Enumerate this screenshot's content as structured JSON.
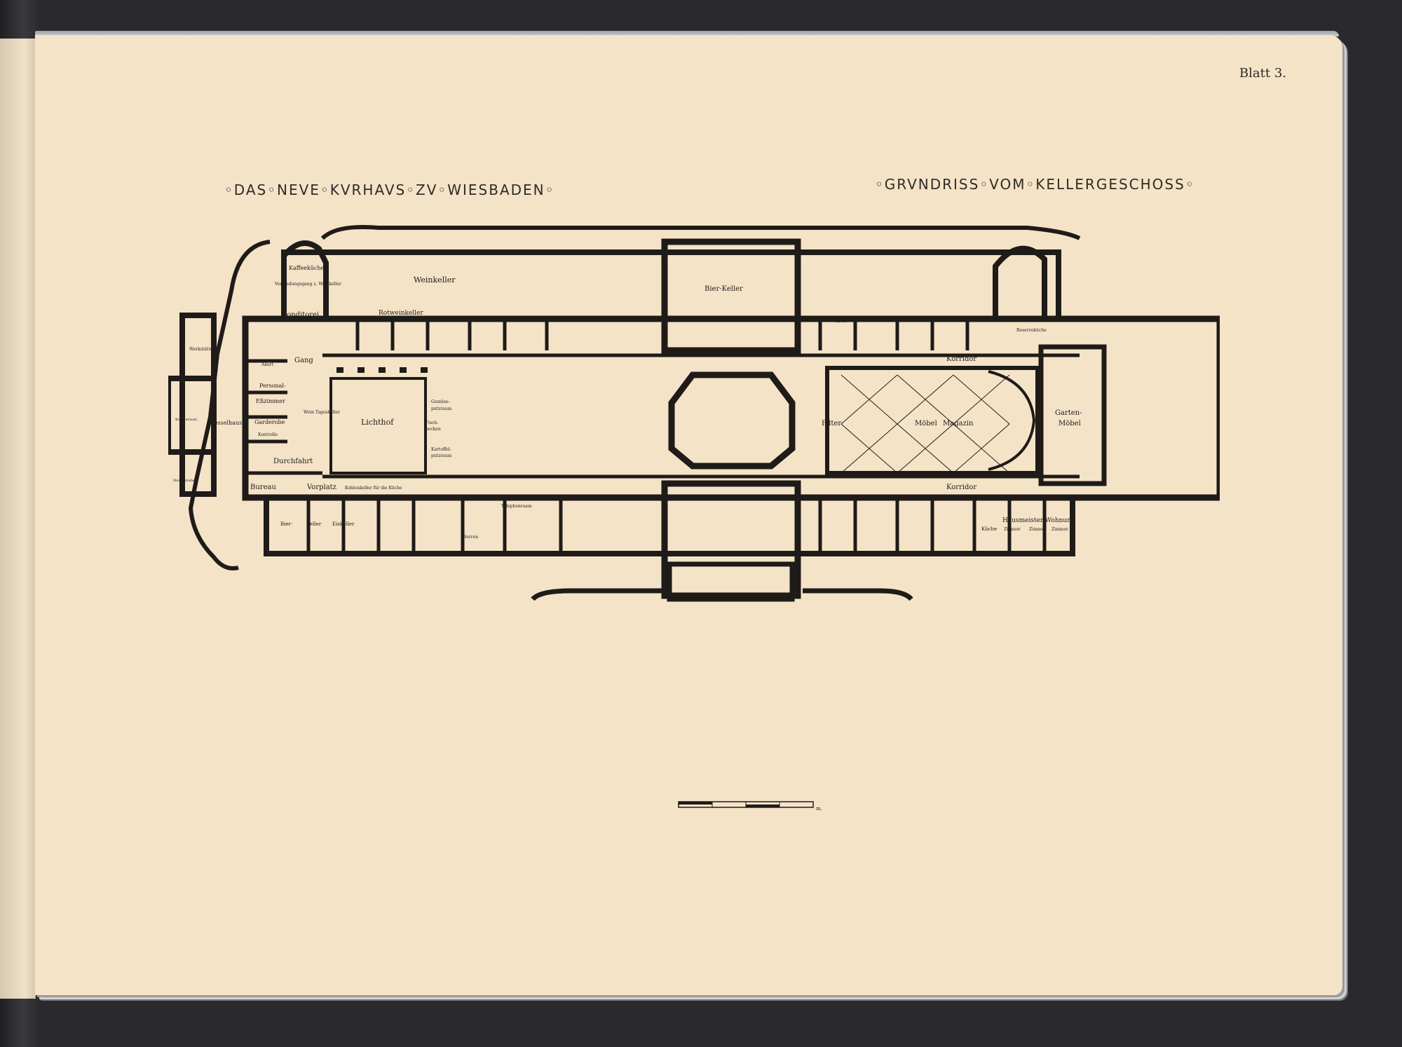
{
  "sheet": {
    "label": "Blatt 3."
  },
  "titles": {
    "left": "◦DAS◦NEVE◦KVRHAVS◦ZV◦WIESBADEN◦",
    "right": "◦GRVNDRISS◦VOM◦KELLERGESCHOSS◦"
  },
  "plan": {
    "rooms": {
      "kaffeekueche": "Kaffeeküche",
      "verbindungsgang": "Verbindungsgang z. Weinkeller",
      "weinkeller": "Weinkeller",
      "bierkeller_top": "Bier-Keller",
      "rotweinkeller": "Rotweinkeller",
      "konditorei": "Konditorei",
      "werkstatt": "Werkstätte",
      "abort_left": "Abort",
      "gang": "Gang",
      "personal": "Personal-",
      "esszimmer": "Eßzimmer",
      "garderobe": "Garderobe",
      "kontrolle": "Kontrolle",
      "kohlenraum": "Kohlenraum",
      "kesselhaus": "Kesselhaus",
      "heizerstube": "Heizerstube",
      "wein_tageskeller": "Wein Tageskeller",
      "lichthof": "Lichthof",
      "gemuese": "Gemüse-",
      "putzraum": "putzraum",
      "fischbecken_1": "Fisch-",
      "fischbecken_2": "becken",
      "kartoffel_1": "Kartoffel-",
      "kartoffel_2": "putzraum",
      "durchfahrt": "Durchfahrt",
      "bureau": "Bureau",
      "vorplatz": "Vorplatz",
      "kohlenkeller": "Kohlenkeller für die Küche",
      "bier_1": "Bier-",
      "keller_1": "Keller",
      "eiskeller": "Eiskeller",
      "telephonraum": "Telephonraum",
      "herren": "Herren",
      "filter": "Filter",
      "moebel": "Möbel",
      "magazin": "Magazin",
      "gartenmoebel_1": "Garten-",
      "gartenmoebel_2": "Möbel",
      "korridor_top": "Korridor",
      "korridor_bottom": "Korridor",
      "reservekueche": "Reserveküche",
      "abort_right": "Abort",
      "hausmeister": "Hausmeister-Wohnung",
      "kueche": "Küche",
      "zimmer_1": "Zimmer",
      "zimmer_2": "Zimmer",
      "zimmer_3": "Zimmer"
    }
  },
  "scale": {
    "unit": "m."
  }
}
